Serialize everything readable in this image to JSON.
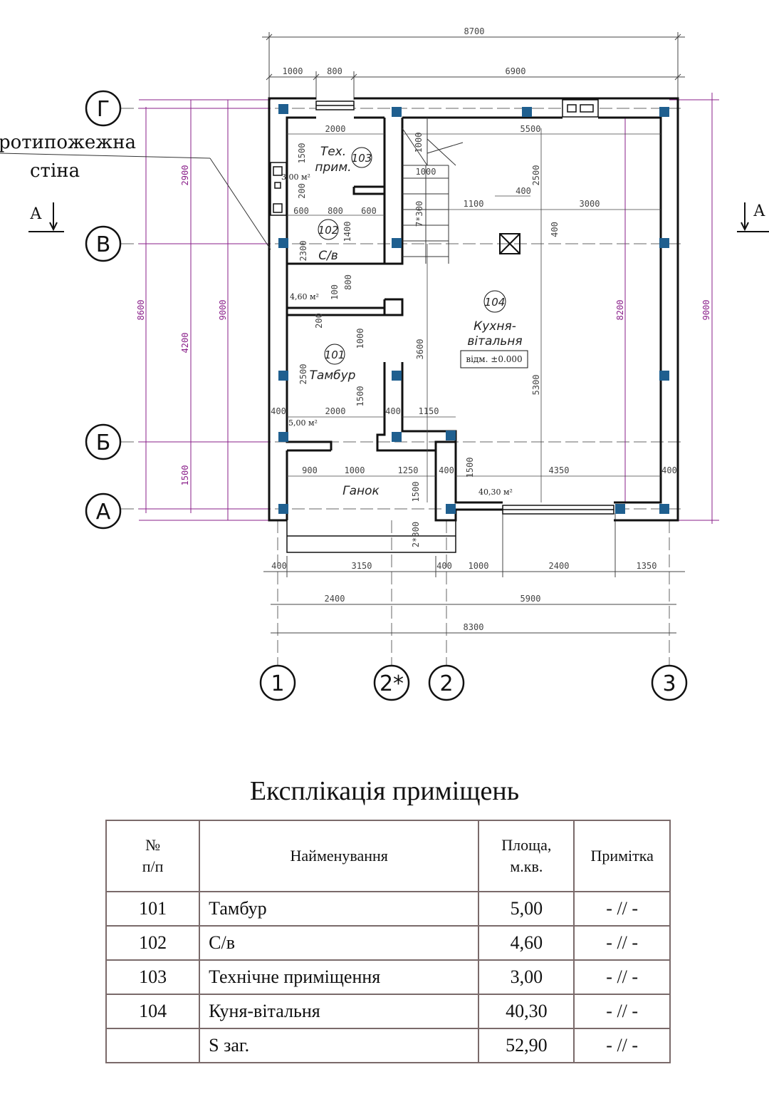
{
  "axes": {
    "letters": [
      "Г",
      "В",
      "Б",
      "А"
    ],
    "numbers": [
      "1",
      "2*",
      "2",
      "3"
    ]
  },
  "section_marks": [
    "А",
    "А"
  ],
  "firewall_label": [
    "ротипожежна",
    "стіна"
  ],
  "dimensions": {
    "top_total": "8700",
    "top_parts": [
      "1000",
      "800",
      "6900"
    ],
    "bottom_row1": [
      "400",
      "3150",
      "400",
      "1000",
      "2400",
      "1350"
    ],
    "bottom_row2": [
      "2400",
      "5900"
    ],
    "bottom_total": "8300",
    "left_outer": "8600",
    "left_mid": "9000",
    "left_parts": [
      "2900",
      "4200",
      "1500"
    ],
    "right_outer": "9000",
    "right_inner": "8200",
    "interior": [
      "2000",
      "1500",
      "600",
      "800",
      "600",
      "1400",
      "2300",
      "800",
      "100",
      "200",
      "200",
      "1000",
      "2500",
      "1500",
      "2000",
      "400",
      "400",
      "1150",
      "900",
      "1000",
      "1250",
      "400",
      "1500",
      "1500",
      "4350",
      "400",
      "5500",
      "1000",
      "1000",
      "7*300",
      "2500",
      "400",
      "1100",
      "3000",
      "400",
      "3600",
      "5300",
      "2*300"
    ]
  },
  "areas": {
    "r103": "3,00 м²",
    "r102": "4,60 м²",
    "r101": "5,00 м²",
    "r104": "40,30 м²"
  },
  "rooms": {
    "r103": {
      "num": "103",
      "name1": "Тех.",
      "name2": "прим."
    },
    "r102": {
      "num": "102",
      "name": "С/в"
    },
    "r101": {
      "num": "101",
      "name": "Тамбур"
    },
    "r104": {
      "num": "104",
      "name1": "Кухня-",
      "name2": "вітальня",
      "level": "відм. ±0.000"
    },
    "porch": "Ганок"
  },
  "table": {
    "title": "Експлікація приміщень",
    "headers": [
      "№ п/п",
      "Найменування",
      "Площа, м.кв.",
      "Примітка"
    ],
    "header_lines": [
      [
        "№",
        "п/п"
      ],
      [
        "Найменування"
      ],
      [
        "Площа,",
        "м.кв."
      ],
      [
        "Примітка"
      ]
    ],
    "rows": [
      [
        "101",
        "Тамбур",
        "5,00",
        "- // -"
      ],
      [
        "102",
        "С/в",
        "4,60",
        "- // -"
      ],
      [
        "103",
        "Технічне приміщення",
        "3,00",
        "- // -"
      ],
      [
        "104",
        "Куня-вітальня",
        "40,30",
        "- // -"
      ],
      [
        "",
        "S заг.",
        "52,90",
        "- // -"
      ]
    ]
  },
  "colors": {
    "wall": "#111111",
    "dimension": "#8a1f8a",
    "column": "#1f5f8f"
  }
}
